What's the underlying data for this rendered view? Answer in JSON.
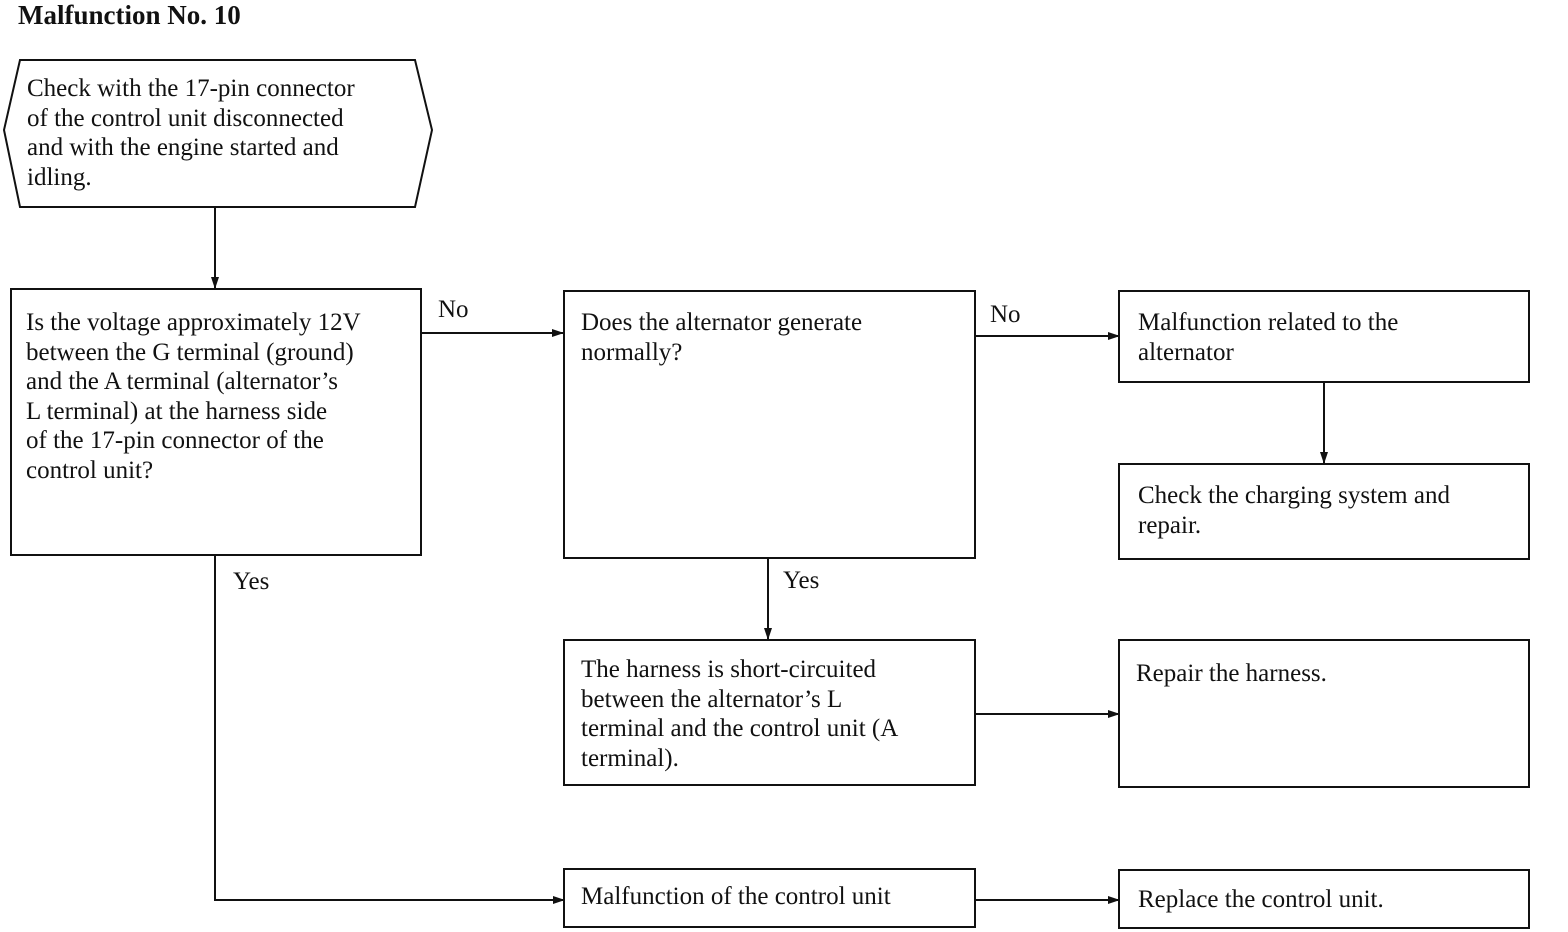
{
  "title": "Malfunction No. 10",
  "start": {
    "lines": [
      "Check with the 17-pin connector",
      "of the control unit disconnected",
      "and with the engine started and",
      "idling."
    ]
  },
  "q_voltage": {
    "lines": [
      "Is the voltage approximately 12V",
      "between the G terminal (ground)",
      "and the A terminal (alternator’s",
      "L terminal) at the harness side",
      "of the 17-pin connector of the",
      "control unit?"
    ]
  },
  "q_alternator": {
    "lines": [
      "Does the alternator generate",
      "normally?"
    ]
  },
  "alt_malfunction": {
    "lines": [
      "Malfunction related to the",
      "alternator"
    ]
  },
  "check_charging": {
    "lines": [
      "Check the charging system and",
      "repair."
    ]
  },
  "harness_short": {
    "lines": [
      "The harness is short-circuited",
      "between the alternator’s L",
      "terminal and the control unit (A",
      "terminal)."
    ]
  },
  "repair_harness": {
    "lines": [
      "Repair the harness."
    ]
  },
  "cu_malfunction": {
    "lines": [
      "Malfunction of the control unit"
    ]
  },
  "replace_cu": {
    "lines": [
      "Replace the control unit."
    ]
  },
  "labels": {
    "no_1": "No",
    "no_2": "No",
    "yes_1": "Yes",
    "yes_2": "Yes"
  }
}
